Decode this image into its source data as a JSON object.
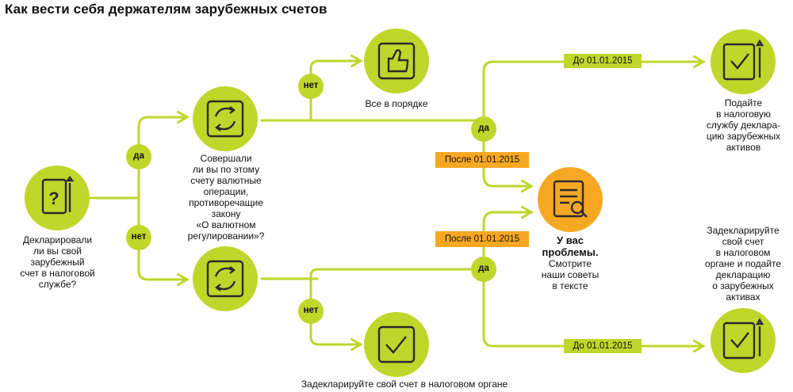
{
  "title": "Как вести себя держателям зарубежных счетов",
  "colors": {
    "lime": "#bfd62b",
    "orange": "#f7a823",
    "dark": "#2b2b2b"
  },
  "nodes": {
    "start": {
      "icon": "question-document-icon",
      "text": [
        "Декларировали",
        "ли вы свой",
        "зарубежный",
        "счет в налоговой",
        "службе?"
      ]
    },
    "question": {
      "icon": "refresh-icon",
      "text": [
        "Совершали",
        "ли вы по этому",
        "счету валютные",
        "операции,",
        "противоречащие",
        "закону",
        "«О валютном",
        "регулировании»?"
      ]
    },
    "ok": {
      "icon": "thumbs-up-icon",
      "text": [
        "Все в порядке"
      ]
    },
    "top_right": {
      "icon": "checkmark-document-icon",
      "text": [
        "Подайте",
        "в налоговую",
        "службу деклара-",
        "цию зарубежных",
        "активов"
      ]
    },
    "problems": {
      "icon": "magnifier-document-icon",
      "bold": [
        "У вас",
        "проблемы."
      ],
      "text": [
        "Смотрите",
        "наши советы",
        "в тексте"
      ]
    },
    "bottom_right": {
      "icon": "checkmark-document-icon",
      "text": [
        "Задекларируйте",
        "свой счет",
        "в налоговом",
        "органе и подайте",
        "декларацию",
        "о зарубежных",
        "активах"
      ]
    },
    "bottom_middle": {
      "icon": "checkmark-document-icon",
      "text": [
        "Задекларируйте свой счет в налоговом органе"
      ]
    }
  },
  "labels": {
    "yes": "да",
    "no": "нет",
    "before": "До 01.01.2015",
    "after": "После 01.01.2015"
  }
}
